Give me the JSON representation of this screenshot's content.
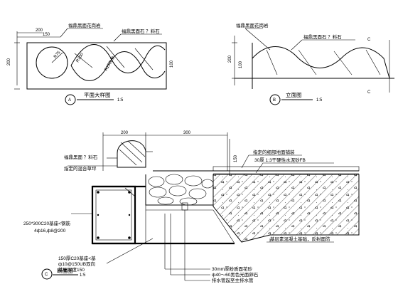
{
  "plan_view": {
    "title": "平面大样图",
    "scale": "1:5",
    "index": "A",
    "label_top": "福鼎黑面花岗岩",
    "label_right": "福鼎黑面石 ？料石",
    "dim_top": "200",
    "dim_150": "150",
    "dim_side": "200",
    "dim_100": "100",
    "radius_label": "R75",
    "spiral_label_1": "R100",
    "spiral_label_2": "R150UB"
  },
  "elevation_view": {
    "title": "立面图",
    "scale": "1:5",
    "index": "B",
    "label_1": "福鼎黑面花岗岩",
    "label_2": "福鼎黑面石 ？料石",
    "dim_200": "200",
    "dim_100": "100",
    "cut_c": "C"
  },
  "section_view": {
    "title": "断面图",
    "scale": "1:5",
    "index": "C",
    "dim_200": "200",
    "dim_300": "300",
    "dim_150": "150",
    "label_stone": "福鼎黑面 ？料石",
    "label_edge": "指定的混合草坪",
    "label_paving": "指定的细部地面铺装",
    "label_mortar": "30厚 1:3干硬性水泥砂FB",
    "label_beam_1": "250*300C20基座<钢筋",
    "label_beam_2": "4ф16,ф8@200",
    "label_base_1": "150厚C20基座<基",
    "label_base_2": "ф10@150UB双向",
    "label_base_3": "基础深度150",
    "label_soil": "基层素混凝土基础，反射面防",
    "label_pebble_1": "30mm厚粉质面花砂",
    "label_pebble_2": "ф40～60黑色光面卵石",
    "label_pipe": "排水管起至主排水管"
  }
}
